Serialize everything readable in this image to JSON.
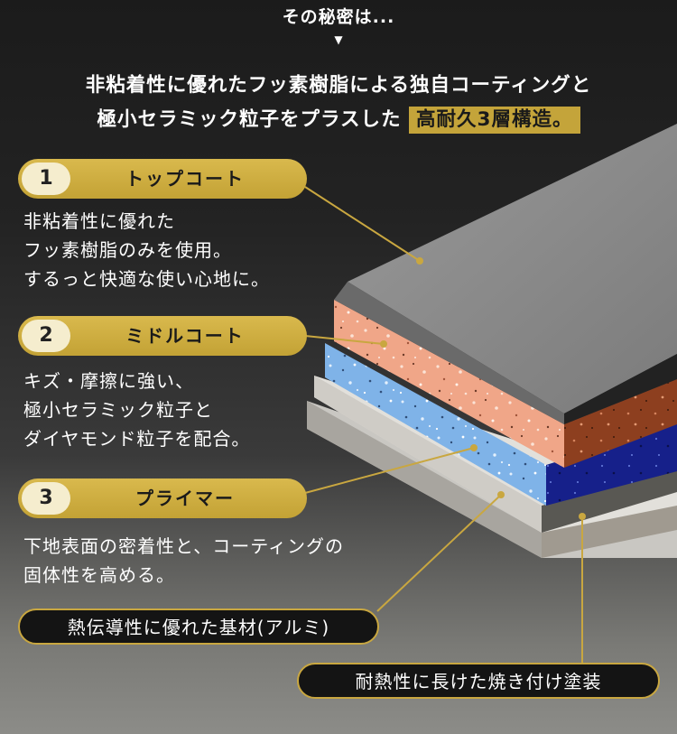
{
  "intro": {
    "text": "その秘密は...",
    "arrow": "▼"
  },
  "headline": {
    "line1": "非粘着性に優れたフッ素樹脂による独自コーティングと",
    "line2_prefix": "極小セラミック粒子をプラスした",
    "line2_highlight": "高耐久3層構造。"
  },
  "layers": [
    {
      "number": "1",
      "name": "トップコート",
      "description": [
        "非粘着性に優れた",
        "フッ素樹脂のみを使用。",
        "するっと快適な使い心地に。"
      ]
    },
    {
      "number": "2",
      "name": "ミドルコート",
      "description": [
        "キズ・摩擦に強い、",
        "極小セラミック粒子と",
        "ダイヤモンド粒子を配合。"
      ]
    },
    {
      "number": "3",
      "name": "プライマー",
      "description": [
        "下地表面の密着性と、コーティングの",
        "固体性を高める。"
      ]
    }
  ],
  "base_label": "熱伝導性に優れた基材(アルミ)",
  "coating_label": "耐熱性に長けた焼き付け塗装",
  "colors": {
    "gold": "#c9a740",
    "top_layer": "#858585",
    "middle_layer": "#f0a688",
    "primer_layer": "#7fb3e8",
    "base": "#c9c7c2"
  }
}
